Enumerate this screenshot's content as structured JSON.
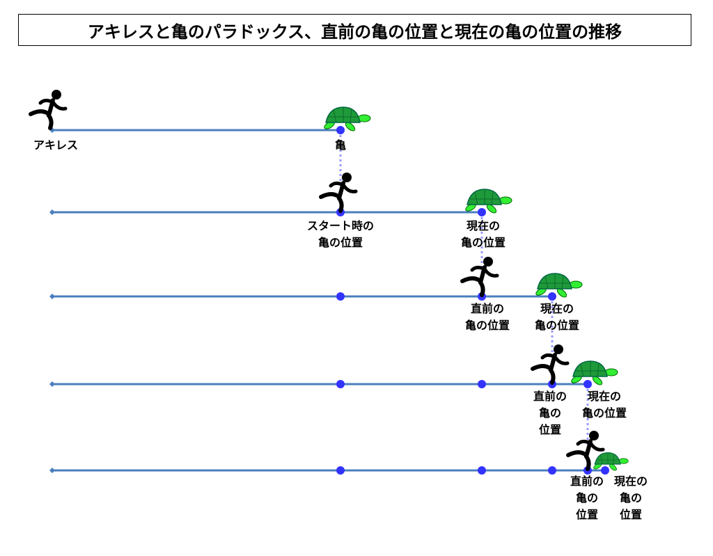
{
  "title": "アキレスと亀のパラドックス、直前の亀の位置と現在の亀の位置の推移",
  "colors": {
    "line": "#4a7ebf",
    "dot": "#3333ff",
    "guide": "#9999ff",
    "shell": "#1f9a3a",
    "skin": "#33ee33"
  },
  "rows": [
    {
      "labels": [
        {
          "lines": [
            "アキレス"
          ]
        },
        {
          "lines": [
            "亀"
          ]
        }
      ]
    },
    {
      "labels": [
        {
          "lines": [
            "スタート時の",
            "亀の位置"
          ]
        },
        {
          "lines": [
            "現在の",
            "亀の位置"
          ]
        }
      ]
    },
    {
      "labels": [
        {
          "lines": [
            "直前の",
            "亀の位置"
          ]
        },
        {
          "lines": [
            "現在の",
            "亀の位置"
          ]
        }
      ]
    },
    {
      "labels": [
        {
          "lines": [
            "直前の",
            "亀の",
            "位置"
          ]
        },
        {
          "lines": [
            "現在の",
            "亀の位置"
          ]
        }
      ]
    },
    {
      "labels": [
        {
          "lines": [
            "直前の",
            "亀の",
            "位置"
          ]
        },
        {
          "lines": [
            "現在の",
            "亀の",
            "位置"
          ]
        }
      ]
    }
  ]
}
